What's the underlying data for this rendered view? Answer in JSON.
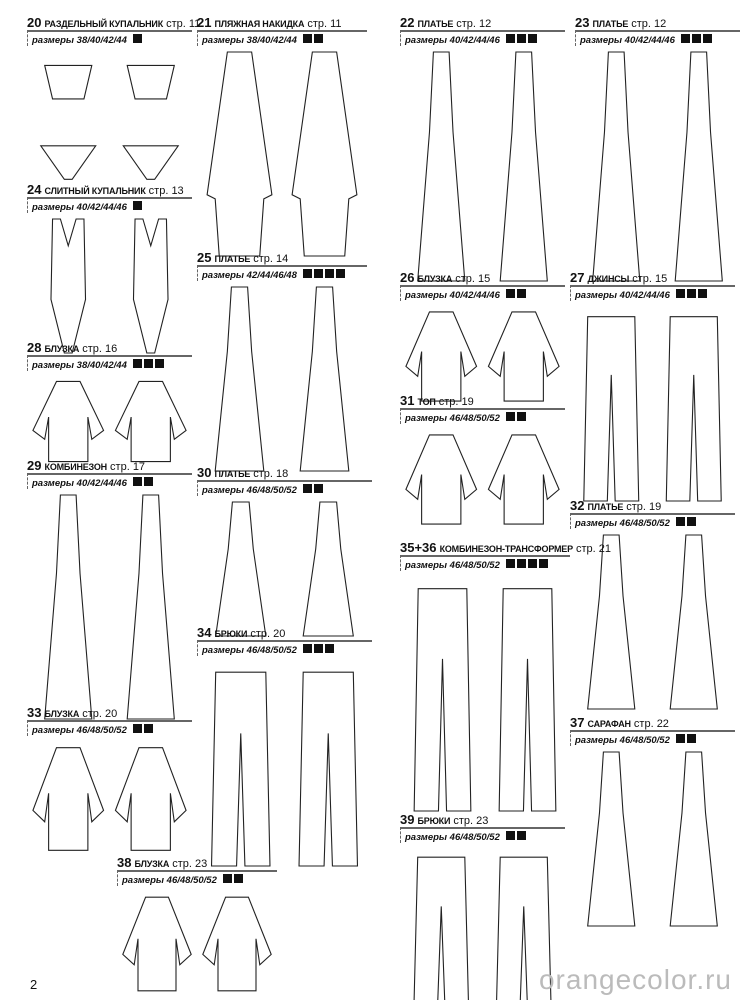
{
  "items": [
    {
      "num": "20",
      "name": "РАЗДЕЛЬНЫЙ КУПАЛЬНИК",
      "page": "стр. 11",
      "sizes": "размеры 38/40/42/44",
      "difficulty": 1,
      "type": "bikini"
    },
    {
      "num": "21",
      "name": "ПЛЯЖНАЯ НАКИДКА",
      "page": "стр. 11",
      "sizes": "размеры 38/40/42/44",
      "difficulty": 2,
      "type": "coat"
    },
    {
      "num": "22",
      "name": "ПЛАТЬЕ",
      "page": "стр. 12",
      "sizes": "размеры 40/42/44/46",
      "difficulty": 3,
      "type": "dress"
    },
    {
      "num": "23",
      "name": "ПЛАТЬЕ",
      "page": "стр. 12",
      "sizes": "размеры 40/42/44/46",
      "difficulty": 3,
      "type": "dress"
    },
    {
      "num": "24",
      "name": "СЛИТНЫЙ КУПАЛЬНИК",
      "page": "стр. 13",
      "sizes": "размеры 40/42/44/46",
      "difficulty": 1,
      "type": "swimsuit"
    },
    {
      "num": "25",
      "name": "ПЛАТЬЕ",
      "page": "стр. 14",
      "sizes": "размеры 42/44/46/48",
      "difficulty": 4,
      "type": "dress"
    },
    {
      "num": "26",
      "name": "БЛУЗКА",
      "page": "стр. 15",
      "sizes": "размеры 40/42/44/46",
      "difficulty": 2,
      "type": "top"
    },
    {
      "num": "27",
      "name": "ДЖИНСЫ",
      "page": "стр. 15",
      "sizes": "размеры 40/42/44/46",
      "difficulty": 3,
      "type": "pants"
    },
    {
      "num": "28",
      "name": "БЛУЗКА",
      "page": "стр. 16",
      "sizes": "размеры 38/40/42/44",
      "difficulty": 3,
      "type": "top"
    },
    {
      "num": "29",
      "name": "КОМБИНЕЗОН",
      "page": "стр. 17",
      "sizes": "размеры 40/42/44/46",
      "difficulty": 2,
      "type": "dress"
    },
    {
      "num": "30",
      "name": "ПЛАТЬЕ",
      "page": "стр. 18",
      "sizes": "размеры 46/48/50/52",
      "difficulty": 2,
      "type": "dress"
    },
    {
      "num": "31",
      "name": "ТОП",
      "page": "стр. 19",
      "sizes": "размеры 46/48/50/52",
      "difficulty": 2,
      "type": "top"
    },
    {
      "num": "32",
      "name": "ПЛАТЬЕ",
      "page": "стр. 19",
      "sizes": "размеры 46/48/50/52",
      "difficulty": 2,
      "type": "dress"
    },
    {
      "num": "35+36",
      "name": "КОМБИНЕЗОН-ТРАНСФОРМЕР",
      "page": "стр. 21",
      "sizes": "размеры 46/48/50/52",
      "difficulty": 4,
      "type": "pants"
    },
    {
      "num": "34",
      "name": "БРЮКИ",
      "page": "стр. 20",
      "sizes": "размеры 46/48/50/52",
      "difficulty": 3,
      "type": "pants"
    },
    {
      "num": "33",
      "name": "БЛУЗКА",
      "page": "стр. 20",
      "sizes": "размеры 46/48/50/52",
      "difficulty": 2,
      "type": "top"
    },
    {
      "num": "37",
      "name": "САРАФАН",
      "page": "стр. 22",
      "sizes": "размеры 46/48/50/52",
      "difficulty": 2,
      "type": "dress"
    },
    {
      "num": "38",
      "name": "БЛУЗКА",
      "page": "стр. 23",
      "sizes": "размеры 46/48/50/52",
      "difficulty": 2,
      "type": "top"
    },
    {
      "num": "39",
      "name": "БРЮКИ",
      "page": "стр. 23",
      "sizes": "размеры 46/48/50/52",
      "difficulty": 2,
      "type": "pants"
    }
  ],
  "page_number": "2",
  "watermark": "orangecolor.ru"
}
